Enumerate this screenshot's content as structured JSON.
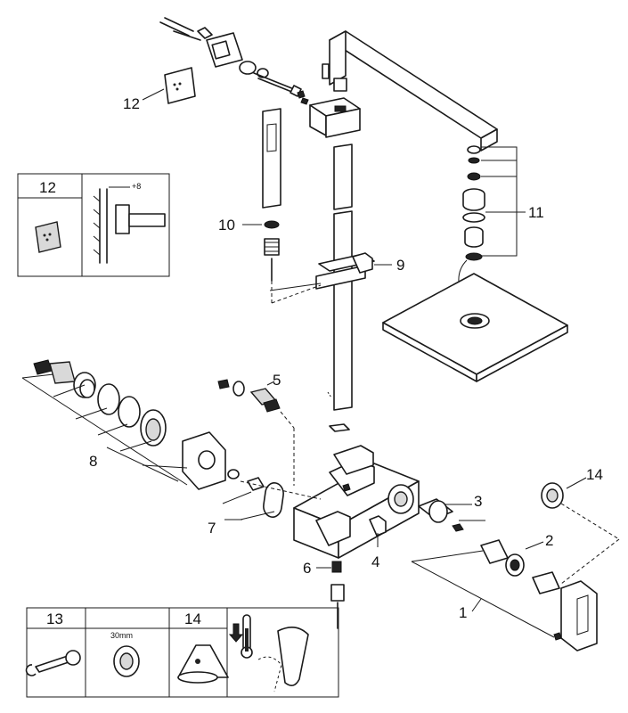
{
  "callouts": {
    "c1": "1",
    "c2": "2",
    "c3": "3",
    "c4": "4",
    "c5": "5",
    "c6": "6",
    "c7": "7",
    "c8": "8",
    "c9": "9",
    "c10": "10",
    "c11": "11",
    "c12": "12",
    "c14": "14"
  },
  "inset_top": {
    "header": "12",
    "dimension": "+8"
  },
  "tool_legend": {
    "wrench_label": "13",
    "socket_size": "30mm",
    "grease_label": "14"
  },
  "colors": {
    "line": "#1a1a1a",
    "fill": "#ffffff",
    "shade": "#d9d9d9"
  }
}
